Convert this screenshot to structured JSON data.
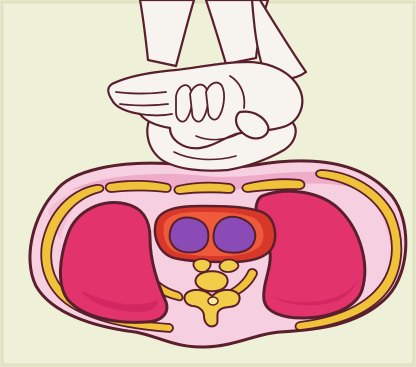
{
  "figure": {
    "kind": "illustration",
    "colors": {
      "background": "#eef0d8",
      "chest_wall": "#f6cfe0",
      "chest_wall_shading": "#e98fb4",
      "lungs": "#e2336d",
      "lung_shading": "#c41e57",
      "ribs": "#f0c23a",
      "spine": "#f2cd49",
      "heart_outer": "#d8382a",
      "heart_inner": "#ee5a3a",
      "heart_chambers": "#8a4bb6",
      "hands": "#f7f4ef",
      "outline": "#5a1f2c"
    },
    "parts": [
      "hands-icon",
      "chest-wall",
      "left-lung",
      "right-lung",
      "heart",
      "ribs",
      "spine",
      "sternum"
    ]
  }
}
